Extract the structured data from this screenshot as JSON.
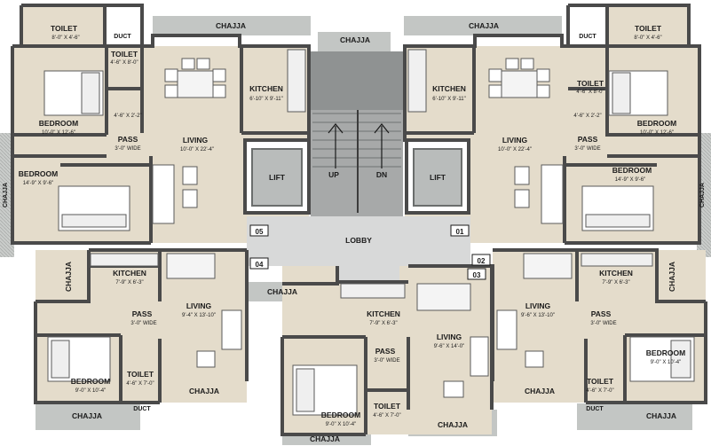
{
  "plan": {
    "units": [
      {
        "id": "01",
        "label": "01"
      },
      {
        "id": "02",
        "label": "02"
      },
      {
        "id": "03",
        "label": "03"
      },
      {
        "id": "04",
        "label": "04"
      },
      {
        "id": "05",
        "label": "05"
      }
    ],
    "common": {
      "lobby": "LOBBY",
      "lift": "LIFT",
      "duct": "DUCT",
      "chajja": "CHAJJA",
      "up": "UP",
      "dn": "DN"
    },
    "rooms": {
      "toilet_tl": {
        "name": "TOILET",
        "dim": "8'-0\" X 4'-6\""
      },
      "toilet_l2": {
        "name": "TOILET",
        "dim": "4'-6\" X 8'-0\""
      },
      "bedroom_l1": {
        "name": "BEDROOM",
        "dim": "10'-0\" X 12'-6\""
      },
      "pass_l": {
        "name": "PASS",
        "dim": "3'-0\" WIDE"
      },
      "kitchen_l": {
        "name": "KITCHEN",
        "dim": "6'-10\" X 9'-11\""
      },
      "living_l": {
        "name": "LIVING",
        "dim": "10'-0\" X 22'-4\""
      },
      "bedroom_l2": {
        "name": "BEDROOM",
        "dim": "14'-9\" X 9'-6\""
      },
      "closet_l": {
        "dim": "4'-6\" X 2'-2\""
      },
      "kitchen_r": {
        "name": "KITCHEN",
        "dim": "6'-10\" X 9'-11\""
      },
      "living_r": {
        "name": "LIVING",
        "dim": "10'-0\" X 22'-4\""
      },
      "pass_r": {
        "name": "PASS",
        "dim": "3'-0\" WIDE"
      },
      "toilet_r2": {
        "name": "TOILET",
        "dim": "4'-6\" X 8'-0\""
      },
      "toilet_tr": {
        "name": "TOILET",
        "dim": "8'-0\" X 4'-6\""
      },
      "bedroom_r1": {
        "name": "BEDROOM",
        "dim": "10'-0\" X 12'-6\""
      },
      "bedroom_r2": {
        "name": "BEDROOM",
        "dim": "14'-9\" X 9'-6\""
      },
      "closet_r": {
        "dim": "4'-6\" X 2'-2\""
      },
      "kitchen_bl": {
        "name": "KITCHEN",
        "dim": "7'-9\" X 6'-3\""
      },
      "living_bl": {
        "name": "LIVING",
        "dim": "9'-4\" X 13'-10\""
      },
      "pass_bl": {
        "name": "PASS",
        "dim": "3'-0\" WIDE"
      },
      "bedroom_bl": {
        "name": "BEDROOM",
        "dim": "9'-0\" X 10'-4\""
      },
      "toilet_bl": {
        "name": "TOILET",
        "dim": "4'-6\" X 7'-0\""
      },
      "kitchen_bc": {
        "name": "KITCHEN",
        "dim": "7'-9\" X 6'-3\""
      },
      "living_bc": {
        "name": "LIVING",
        "dim": "9'-6\" X 14'-0\""
      },
      "pass_bc": {
        "name": "PASS",
        "dim": "3'-0\" WIDE"
      },
      "bedroom_bc": {
        "name": "BEDROOM",
        "dim": "9'-0\" X 10'-4\""
      },
      "toilet_bc": {
        "name": "TOILET",
        "dim": "4'-6\" X 7'-0\""
      },
      "kitchen_br": {
        "name": "KITCHEN",
        "dim": "7'-9\" X 6'-3\""
      },
      "living_br": {
        "name": "LIVING",
        "dim": "9'-6\" X 13'-10\""
      },
      "pass_br": {
        "name": "PASS",
        "dim": "3'-0\" WIDE"
      },
      "bedroom_br": {
        "name": "BEDROOM",
        "dim": "9'-0\" X 10'-4\""
      },
      "toilet_br": {
        "name": "TOILET",
        "dim": "4'-6\" X 7'-0\""
      }
    },
    "colors": {
      "floor": "#e4dccb",
      "wall": "#4a4a4a",
      "chajja": "#c3c6c4",
      "lobby": "#d8d9d9",
      "stairs": "#a7a9a9",
      "lift": "#b9bcbb"
    }
  }
}
